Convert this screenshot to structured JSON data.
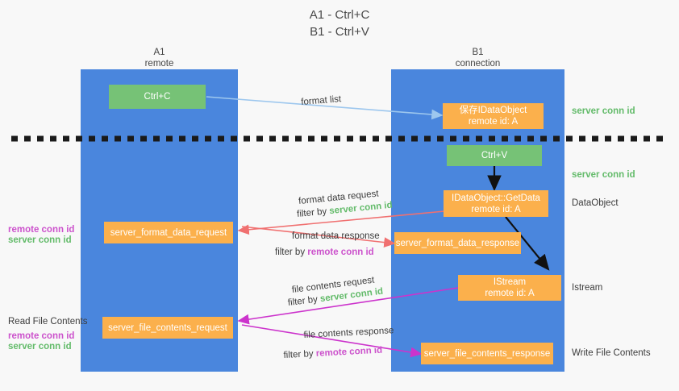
{
  "title": {
    "line1": "A1 - Ctrl+C",
    "line2": "B1 - Ctrl+V"
  },
  "colors": {
    "column": "#4a86dd",
    "green_box": "#76c276",
    "orange_box": "#fbb04c",
    "server_conn_id": "#63bb6a",
    "remote_conn_id": "#cc52cc",
    "arrow_blue": "#9dc7ee",
    "arrow_red": "#f07070",
    "arrow_magenta": "#cc33cc",
    "arrow_black": "#000000",
    "background": "#f8f8f8"
  },
  "columns": [
    {
      "name": "A1",
      "sub": "remote"
    },
    {
      "name": "B1",
      "sub": "connection"
    }
  ],
  "boxes": {
    "ctrl_c": {
      "line1": "Ctrl+C",
      "line2": ""
    },
    "ctrl_v": {
      "line1": "Ctrl+V",
      "line2": ""
    },
    "idataobject": {
      "line1": "保存IDataObject",
      "line2": "remote id: A"
    },
    "getdata": {
      "line1": "IDataObject::GetData",
      "line2": "remote id: A"
    },
    "istream": {
      "line1": "IStream",
      "line2": "remote id: A"
    },
    "format_data_request": {
      "line1": "server_format_data_request",
      "line2": ""
    },
    "format_data_response": {
      "line1": "server_format_data_response",
      "line2": ""
    },
    "file_contents_request": {
      "line1": "server_file_contents_request",
      "line2": ""
    },
    "file_contents_response": {
      "line1": "server_file_contents_response",
      "line2": ""
    }
  },
  "right_labels": {
    "server_conn_id_top": "server conn id",
    "server_conn_id_mid": "server conn id",
    "dataobject": "DataObject",
    "istream": "Istream",
    "write_file_contents": "Write File Contents"
  },
  "left_labels": {
    "remote_conn_id_1": "remote conn id",
    "server_conn_id_1": "server conn id",
    "read_file_contents": "Read File Contents",
    "remote_conn_id_2": "remote conn id",
    "server_conn_id_2": "server conn id"
  },
  "arrow_labels": {
    "format_list": "format list",
    "format_data_request": "format data request",
    "format_data_request_filter_prefix": "filter by ",
    "format_data_request_filter_value": "server conn id",
    "format_data_response": "format data response",
    "format_data_response_filter_prefix": "filter by ",
    "format_data_response_filter_value": "remote conn id",
    "file_contents_request": "file contents request",
    "file_contents_request_filter_prefix": "filter by ",
    "file_contents_request_filter_value": "server conn id",
    "file_contents_response": "file contents response",
    "file_contents_response_filter_prefix": "filter by ",
    "file_contents_response_filter_value": "remote conn id"
  }
}
